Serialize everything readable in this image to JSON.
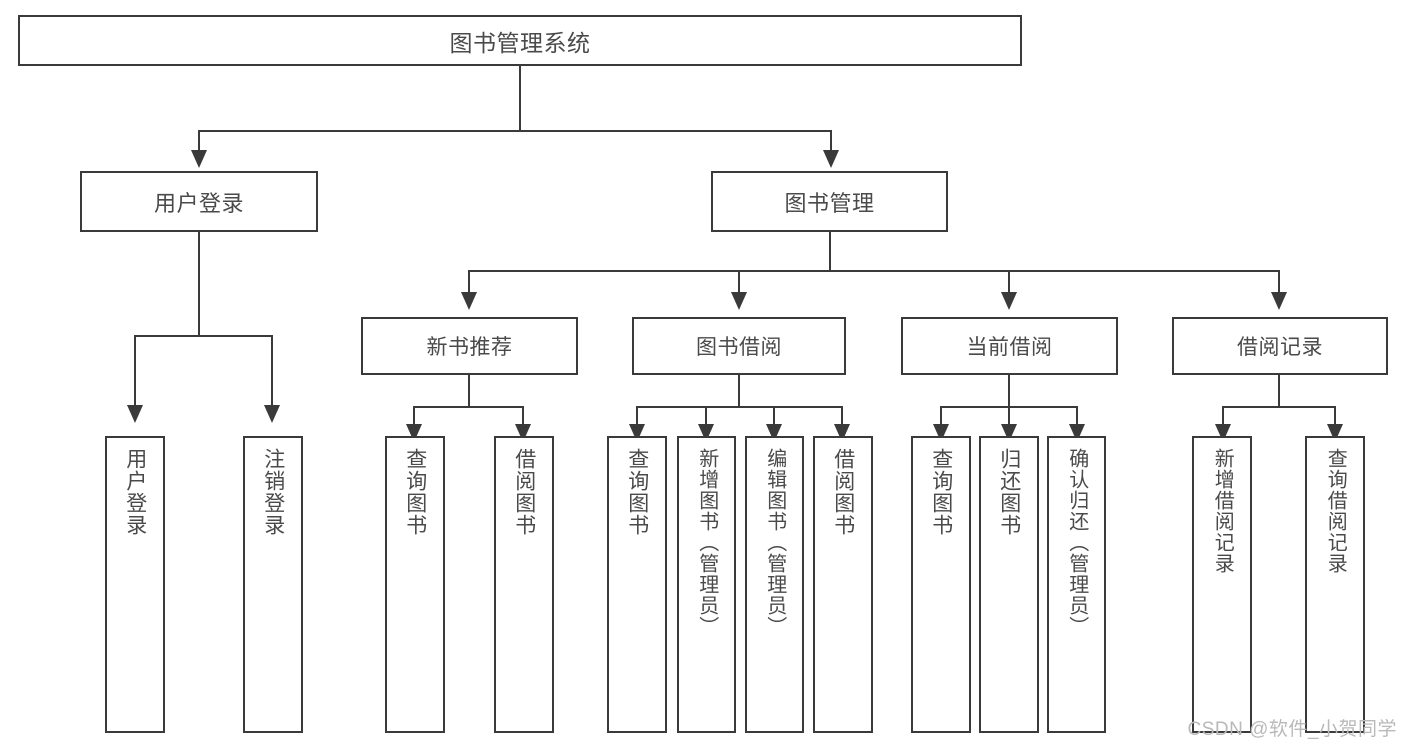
{
  "diagram": {
    "title": "图书管理系统",
    "root": {
      "label": "图书管理系统"
    },
    "level2": [
      {
        "label": "用户登录"
      },
      {
        "label": "图书管理"
      }
    ],
    "level3": [
      {
        "label": "新书推荐"
      },
      {
        "label": "图书借阅"
      },
      {
        "label": "当前借阅"
      },
      {
        "label": "借阅记录"
      }
    ],
    "leaves": {
      "user_login": [
        {
          "label": "用户登录"
        },
        {
          "label": "注销登录"
        }
      ],
      "new_book_recommend": [
        {
          "label": "查询图书"
        },
        {
          "label": "借阅图书"
        }
      ],
      "book_borrow": [
        {
          "label": "查询图书"
        },
        {
          "label": "新增图书（管理员）"
        },
        {
          "label": "编辑图书（管理员）"
        },
        {
          "label": "借阅图书"
        }
      ],
      "current_borrow": [
        {
          "label": "查询图书"
        },
        {
          "label": "归还图书"
        },
        {
          "label": "确认归还（管理员）"
        }
      ],
      "borrow_record": [
        {
          "label": "新增借阅记录"
        },
        {
          "label": "查询借阅记录"
        }
      ]
    }
  },
  "watermark": {
    "text": "CSDN @软件_小贺同学"
  },
  "colors": {
    "stroke": "#3a3a3a",
    "text": "#4a4a4a",
    "background": "#ffffff",
    "watermark": "#b9b9b9"
  }
}
